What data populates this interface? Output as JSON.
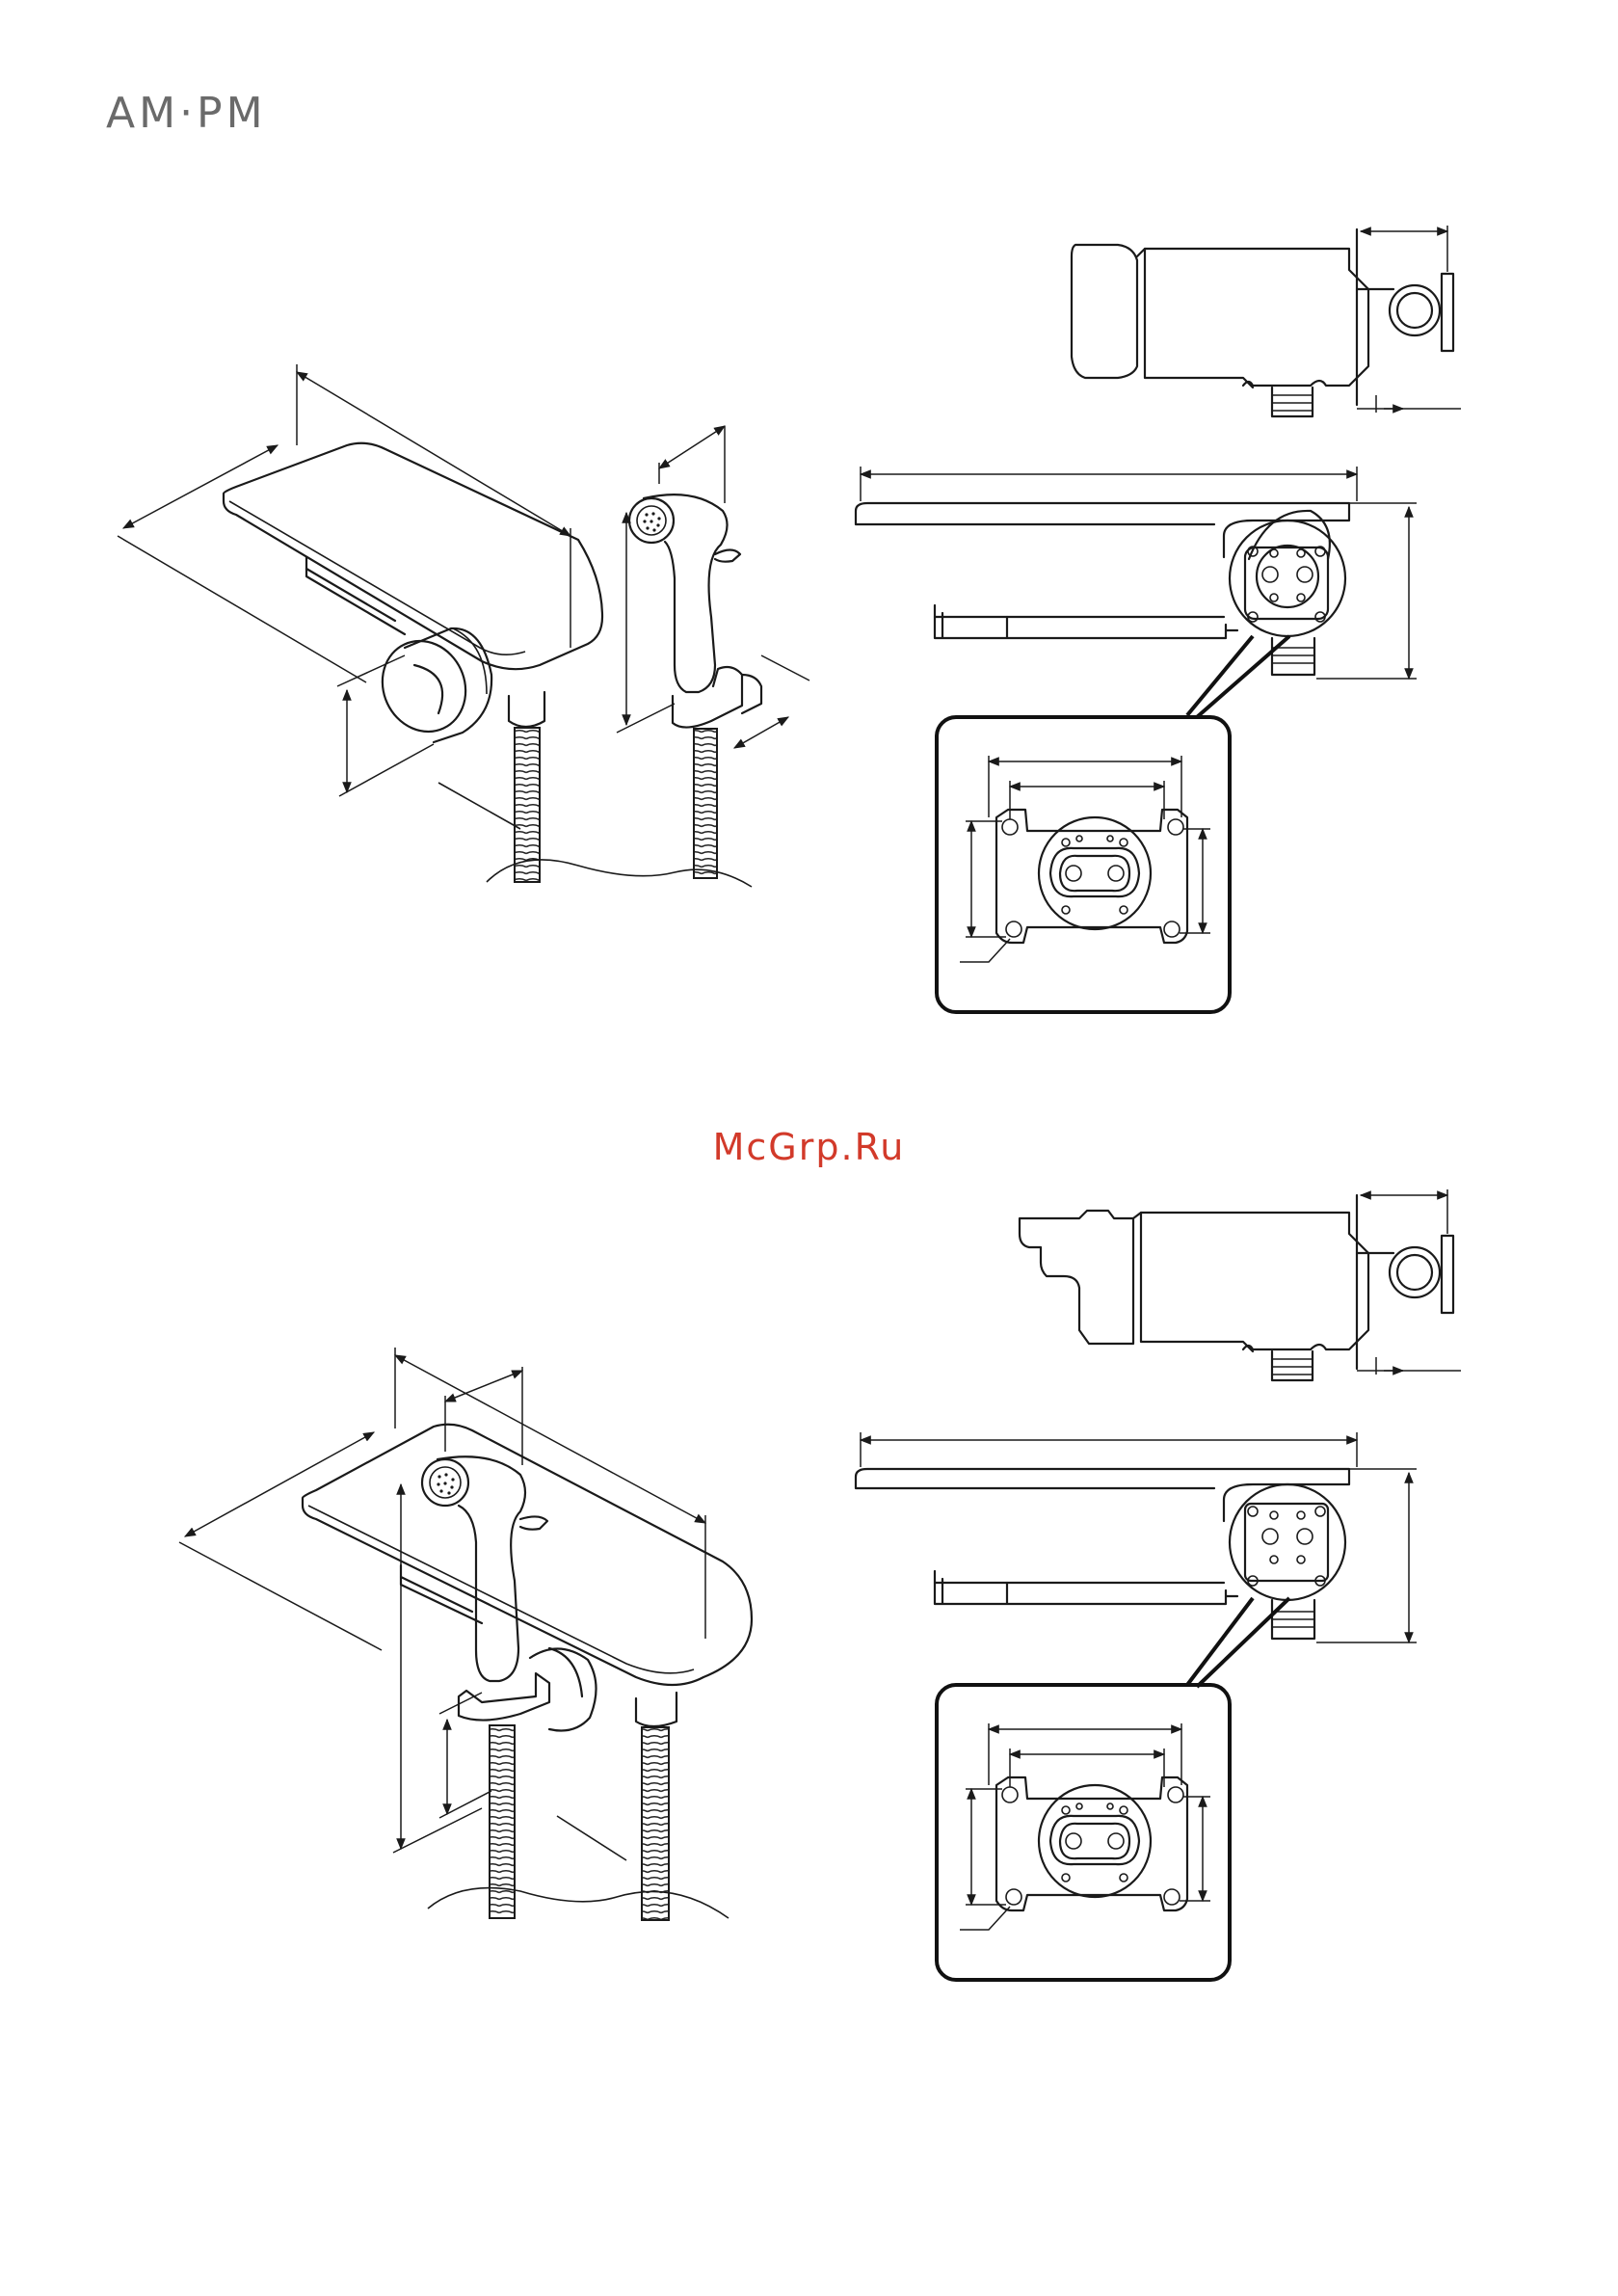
{
  "brand": {
    "logo_text": "AM·PM"
  },
  "watermark": {
    "text": "McGrp.Ru",
    "color": "#d23a2a"
  },
  "figures": [
    {
      "name": "bidet-shower-set-variant-1",
      "views": [
        "isometric",
        "side",
        "front",
        "mounting-plate-detail"
      ]
    },
    {
      "name": "bidet-shower-set-variant-2",
      "views": [
        "isometric",
        "side",
        "front",
        "mounting-plate-detail"
      ]
    }
  ]
}
